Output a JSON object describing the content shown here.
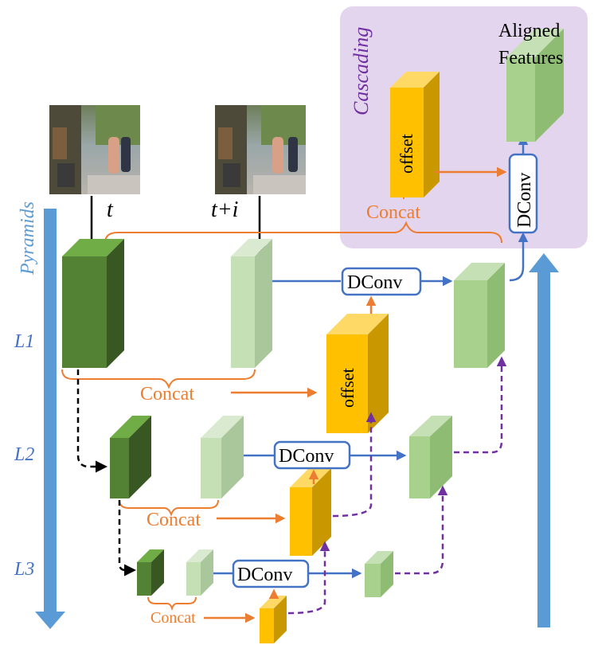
{
  "diagram": {
    "cascading_label": "Cascading",
    "aligned_label_line1": "Aligned",
    "aligned_label_line2": "Features",
    "pyramids_label": "Pyramids",
    "levels": [
      "L1",
      "L2",
      "L3"
    ],
    "frame_label_t": "t",
    "frame_label_ti": "t+i",
    "dconv_label": "DConv",
    "offset_label": "offset",
    "concat_label": "Concat"
  },
  "colors": {
    "dark_green": "#548235",
    "light_green": "#c5e0b4",
    "mid_green": "#a9d18e",
    "offset_yellow": "#ffc000",
    "arrow_orange": "#ed7d31",
    "arrow_blue": "#4472c4",
    "arrow_purple": "#7030a0",
    "pyramid_blue": "#5b9bd5",
    "cascade_bg": "#e4d5ee"
  }
}
